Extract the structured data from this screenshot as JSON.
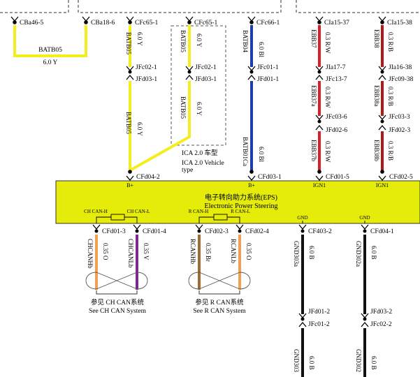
{
  "module": {
    "name_cn": "电子转向助力系统(EPS)",
    "name_en": "Electronic Power    Steering",
    "pins_top": [
      "B+",
      "B+",
      "IGN1",
      "IGN1"
    ],
    "can_ch_h": "CH CAN-H",
    "can_ch_l": "CH CAN-L",
    "can_r_h": "R CAN-H",
    "can_r_l": "R CAN-L",
    "gnd1": "GND",
    "gnd2": "GND",
    "color": "#e5ec0a"
  },
  "top_connectors": {
    "c1": "CBa46-5",
    "c2": "CBa18-6",
    "c3": "CFc65-1",
    "c4": "CFc65-1",
    "c5": "CFc66-1",
    "c6": "CIa15-37",
    "c7": "CIa15-38"
  },
  "batb_left": {
    "wire": "BATB05",
    "spec": "6.0 Y"
  },
  "col1": {
    "w1": "BATB05",
    "s1": "6.0 Y",
    "j1": "JFc02-1",
    "j2": "JFd03-1",
    "w2": "BATB05",
    "s2": "6.0 Y",
    "conn": "CFd04-2"
  },
  "col2": {
    "w1": "BATB05",
    "s1": "6.0 Y",
    "j1": "JFc02-1",
    "j2": "JFd03-1",
    "w2": "BATB05",
    "s2": "6.0 Y"
  },
  "ica_note": {
    "cn": "ICA 2.0 车型",
    "en1": "ICA 2.0 Vehicle",
    "en2": "type"
  },
  "col3": {
    "w1": "BATB04",
    "s1": "6.0 Bl",
    "j1": "JFc01-1",
    "j2": "JFd01-1",
    "w2": "BATB01Ca",
    "s2": "6.0 Bl",
    "conn": "CFd03-1"
  },
  "col4": {
    "w1": "EBB37",
    "s1": "0.3 R/W",
    "j1": "JIa17-7",
    "j2": "JFc13-7",
    "w2": "EBB37a",
    "s2": "0.3 R/W",
    "j3": "JFc03-6",
    "j4": "JFd02-6",
    "w3": "EBB37b",
    "s3": "0.3 R/W",
    "conn": "CFd01-5"
  },
  "col5": {
    "w1": "EBB38",
    "s1": "0.3 R/B",
    "j1": "JIa16-38",
    "j2": "JFc09-38",
    "w2": "EBB38a",
    "s2": "0.3 R/B",
    "j3": "JFc03-3",
    "j4": "JFd02-3",
    "w3": "EBB38b",
    "s3": "0.3 R/B",
    "conn": "CFd02-5"
  },
  "ch_can": {
    "conn1": "CFd01-3",
    "conn2": "CFd01-4",
    "w1": "CHCANHb",
    "s1": "0.35 O",
    "w2": "CHCANLb",
    "s2": "0.35 V",
    "ref_cn": "参见 CH CAN系统",
    "ref_en": "See CH CAN System"
  },
  "r_can": {
    "conn1": "CFd02-3",
    "conn2": "CFd02-4",
    "w1": "RCANHb",
    "s1": "0.35 Br",
    "w2": "RCANLb",
    "s2": "0.35 O",
    "ref_cn": "参见 R CAN系统",
    "ref_en": "See R CAN System"
  },
  "gnd_a": {
    "conn": "CF403-2",
    "w1": "GND303a",
    "s1": "6.0 B",
    "j1": "JFd01-2",
    "j2": "JFc01-2",
    "w2": "GND303",
    "s2": "6.0 B"
  },
  "gnd_b": {
    "conn": "CFd04-1",
    "w1": "GND302a",
    "s1": "6.0 B",
    "j1": "JFd03-2",
    "j2": "JFc02-2",
    "w2": "GND302",
    "s2": "6.0 B"
  },
  "colors": {
    "yellow": "#f5ee1e",
    "blue": "#1f3ca8",
    "red": "#d8202a",
    "darkred": "#b21a1a",
    "orange": "#f0a050",
    "purple": "#7a2a8a",
    "brown": "#a06a30",
    "black": "#111111"
  }
}
